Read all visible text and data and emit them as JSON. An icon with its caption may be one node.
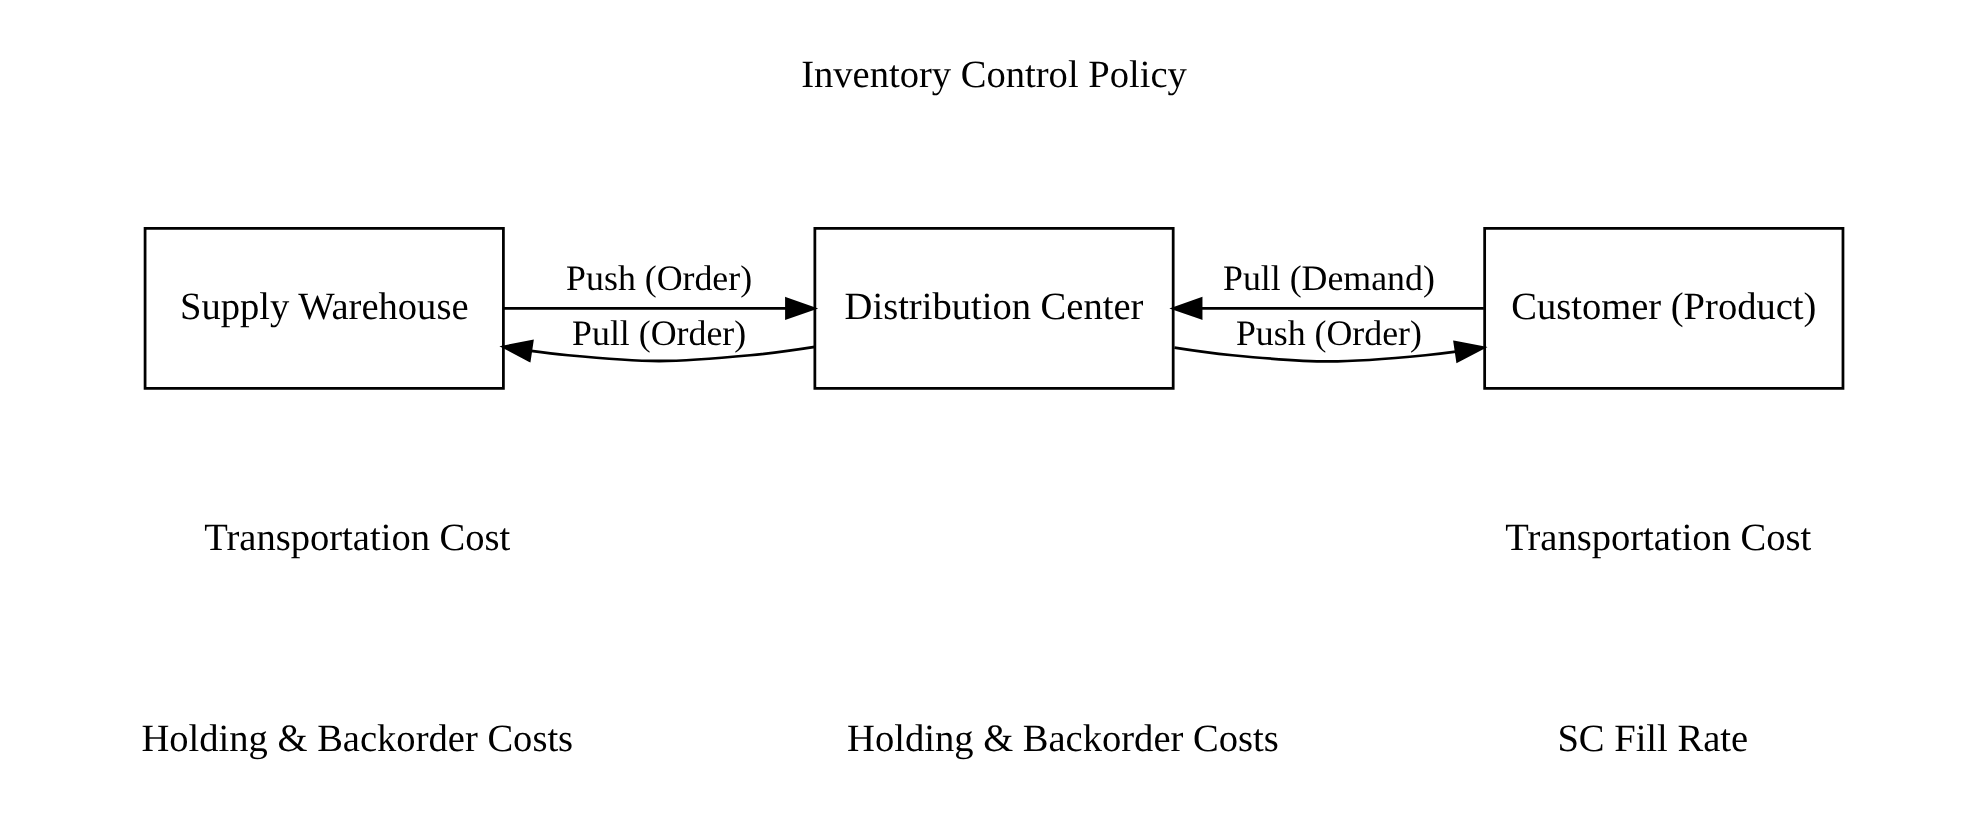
{
  "diagram": {
    "nodes": [
      {
        "text": [
          "Supply Warehouse"
        ]
      },
      {
        "text": [
          "Distribution Center"
        ]
      },
      {
        "text": [
          "Customer (Product)"
        ]
      }
    ],
    "edges": [
      {
        "from": 1,
        "to": 0,
        "arrow": "to",
        "label": "Pull (Order)"
      },
      {
        "from": 0,
        "to": 1,
        "arrow": "to",
        "label": "Push (Order)"
      },
      {
        "from": 1,
        "to": 2,
        "arrow": "to",
        "label": "Push (Order)"
      },
      {
        "from": 2,
        "to": 1,
        "arrow": "to",
        "label": "Pull (Demand)"
      }
    ],
    "labels": [
      "Inventory Control Policy",
      "Transportation Cost",
      "Transportation Cost",
      "Holding & Backorder Costs",
      "Holding & Backorder Costs",
      "SC Fill Rate"
    ]
  }
}
